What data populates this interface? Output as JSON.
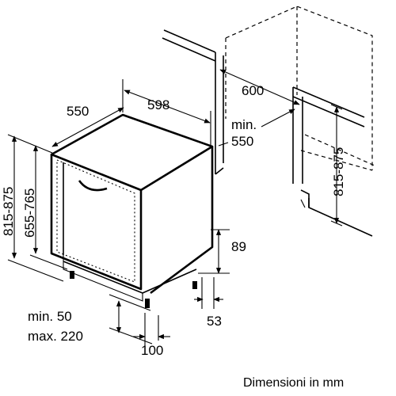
{
  "dimensions": {
    "appliance_depth": "550",
    "appliance_width": "598",
    "niche_width": "600",
    "niche_depth_line1": "min.",
    "niche_depth_line2": "550",
    "niche_height": "815-875",
    "appliance_height_outer": "815-875",
    "appliance_height_inner": "655-765",
    "toe_kick_height": "89",
    "plinth_depth": "53",
    "plinth_height_line1": "min. 50",
    "plinth_height_line2": "max. 220",
    "plinth_offset": "100"
  },
  "footer": {
    "unit_note": "Dimensioni in mm"
  }
}
